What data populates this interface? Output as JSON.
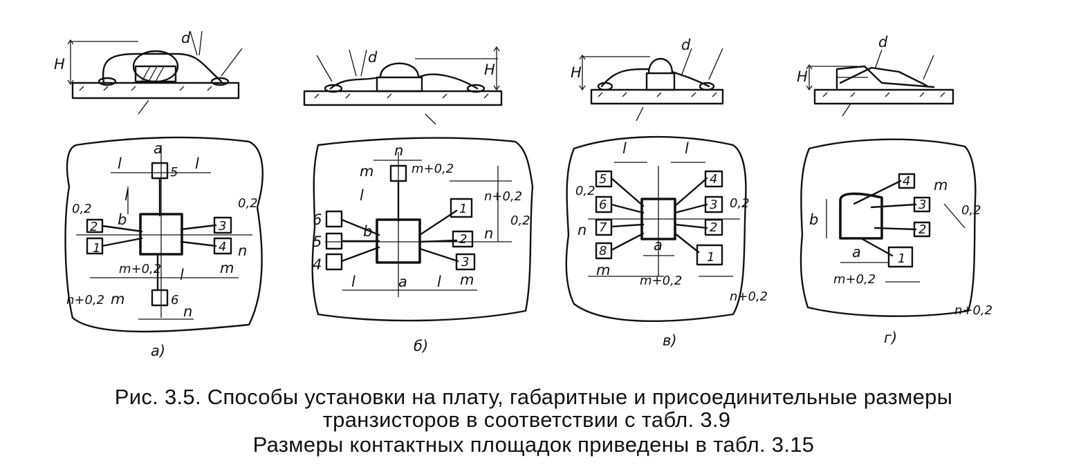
{
  "figure": {
    "side_labels": {
      "a": {
        "H": "H",
        "d": "d"
      },
      "b": {
        "H": "H",
        "d": "d"
      },
      "v": {
        "H": "H",
        "d": "d"
      },
      "g": {
        "H": "H",
        "d": "d"
      }
    },
    "panels": {
      "a": {
        "sub": "а)",
        "dims": [
          "a",
          "l",
          "l",
          "0,2",
          "0,2",
          "b",
          "l",
          "m+0,2",
          "l",
          "m",
          "m",
          "n",
          "n",
          "n+0,2"
        ],
        "pins": [
          "1",
          "2",
          "3",
          "4",
          "5",
          "6"
        ]
      },
      "b": {
        "sub": "б)",
        "dims": [
          "n",
          "m",
          "m+0,2",
          "l",
          "n+0,2",
          "0,2",
          "n",
          "b",
          "l",
          "a",
          "l",
          "m"
        ],
        "pins": [
          "1",
          "2",
          "3",
          "4",
          "5",
          "6"
        ]
      },
      "v": {
        "sub": "в)",
        "dims": [
          "l",
          "l",
          "0,2",
          "n",
          "0,2",
          "a",
          "m",
          "m+0,2",
          "n+0,2"
        ],
        "pins": [
          "1",
          "2",
          "3",
          "4",
          "5",
          "6",
          "7",
          "8"
        ]
      },
      "g": {
        "sub": "г)",
        "dims": [
          "b",
          "m",
          "0,2",
          "a",
          "m+0,2",
          "n+0,2"
        ],
        "pins": [
          "1",
          "2",
          "3",
          "4"
        ]
      }
    }
  },
  "caption": {
    "line1": "Рис. 3.5. Способы установки на плату, габаритные и присоединительные размеры",
    "line2": "транзисторов в соответствии с табл. 3.9",
    "line3": "Размеры контактных площадок приведены в табл. 3.15"
  }
}
